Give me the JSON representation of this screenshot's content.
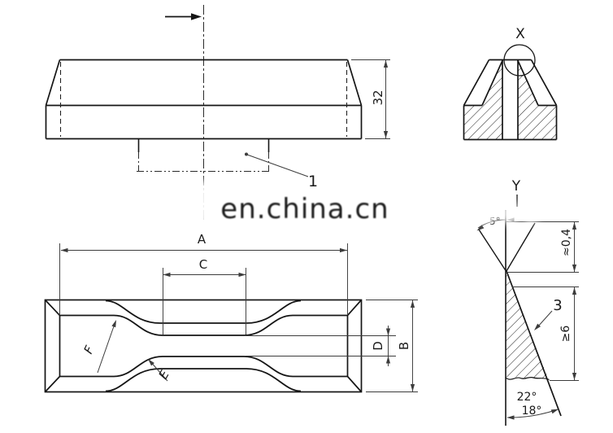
{
  "watermark": {
    "text": "en.china.cn",
    "color": "#c6c6c6"
  },
  "side_view": {
    "height_dim": "32",
    "balloon_label": "1"
  },
  "section_view": {
    "detail_mark": "X"
  },
  "plan_view": {
    "dim_length_overall": "A",
    "dim_width_overall": "B",
    "dim_length_narrow": "C",
    "dim_width_narrow": "D",
    "radius_label_upper": "F",
    "radius_label_lower": "E"
  },
  "detail_view": {
    "title": "Y",
    "balloon_label": "3",
    "tip_height": "≈0,4",
    "edge_depth": "≥6",
    "bevel_angle_max": "22°",
    "bevel_angle_min": "18°",
    "tip_angle": "5°"
  },
  "colors": {
    "outline": "#151515",
    "dimension": "#3c3c3c",
    "watermark": "#c6c6c6"
  }
}
